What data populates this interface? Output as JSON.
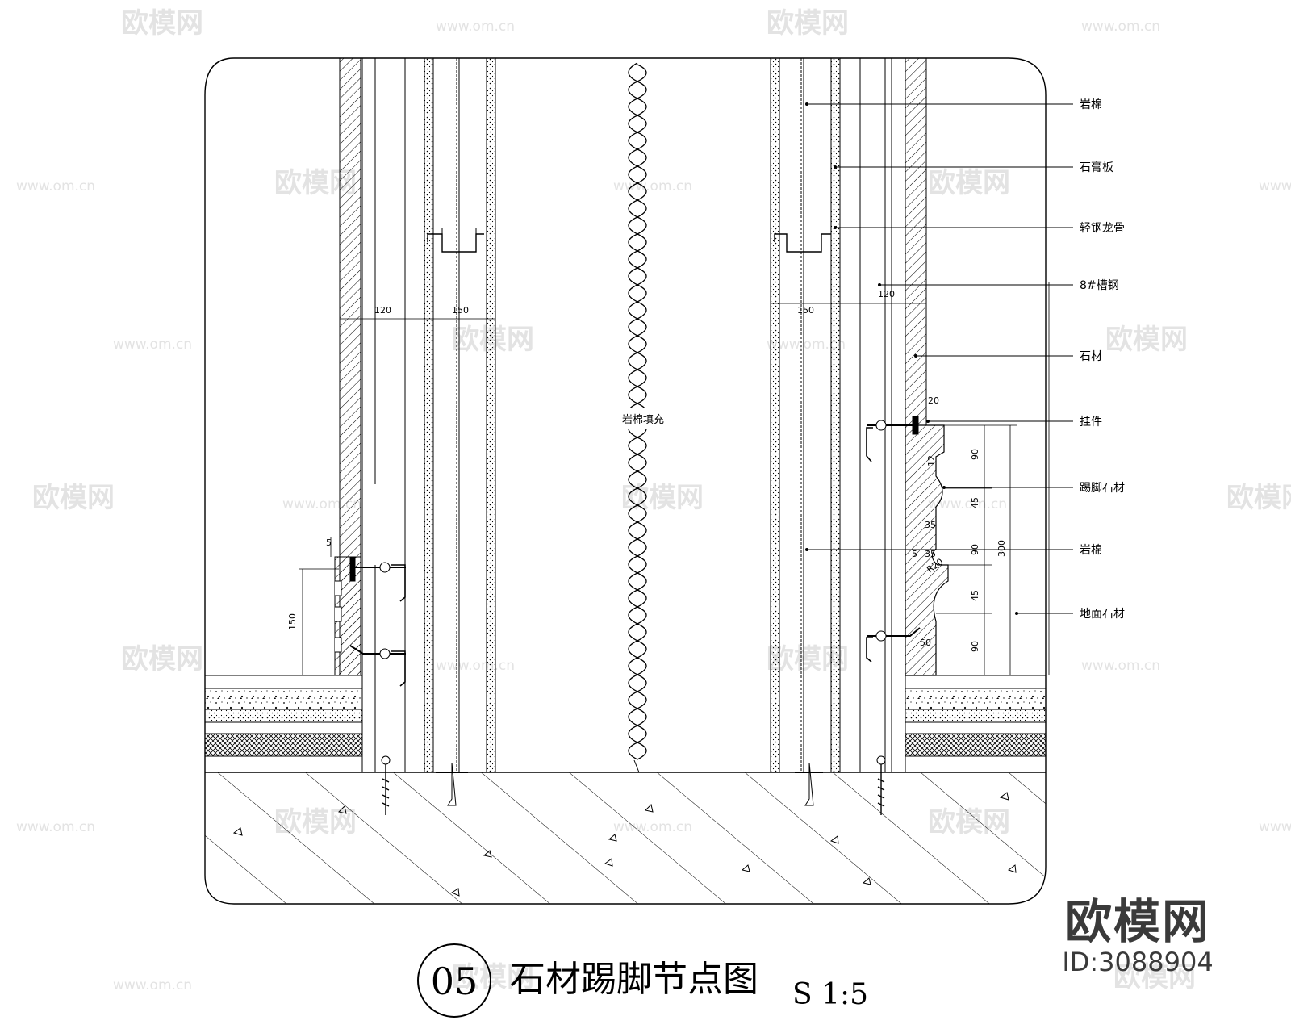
{
  "drawing": {
    "number": "05",
    "title": "石材踢脚节点图",
    "scale": "S 1:5",
    "centre_label": "岩棉填充",
    "left_dims": {
      "w1": "120",
      "w2": "150",
      "h": "150",
      "small": "5"
    },
    "right_dims": {
      "w_left": "150",
      "w_right": "120",
      "top": "20",
      "d1": "90",
      "d2": "12",
      "d3": "45",
      "d4": "35",
      "d5": "90",
      "d6": "5",
      "d7": "35",
      "r": "R20",
      "d8": "45",
      "d9": "50",
      "d10": "90",
      "total": "300"
    },
    "callouts": [
      "岩棉",
      "石膏板",
      "轻钢龙骨",
      "8#槽钢",
      "石材",
      "挂件",
      "踢脚石材",
      "岩棉",
      "地面石材"
    ]
  },
  "watermark": {
    "logo_text": "欧模网",
    "url_text": "www.om.cn"
  },
  "brand": {
    "name": "欧模网",
    "id": "ID:3088904"
  }
}
